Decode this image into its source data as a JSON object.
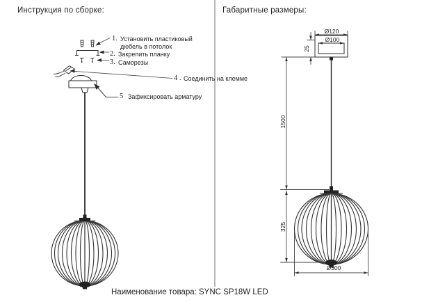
{
  "colors": {
    "ink": "#222222",
    "line": "#2b2b2b",
    "dim_line": "#444444",
    "divider": "#b9b9b9"
  },
  "left_panel": {
    "title": "Инструкция по сборке:",
    "steps": [
      {
        "num": "1.",
        "label": "Установить пластиковый дюбель в потолок"
      },
      {
        "num": "2.",
        "label": "Закрепить планку"
      },
      {
        "num": "3.",
        "label": "Саморезы"
      },
      {
        "num": "4 .",
        "label": "Соединить на клемме"
      },
      {
        "num": "5 ",
        "label": "Зафиксировать арматуру"
      }
    ]
  },
  "right_panel": {
    "title": "Габаритные размеры:",
    "dimensions": {
      "canopy_outer_diameter": "Ø120",
      "canopy_inner_diameter": "Ø100",
      "canopy_height": "25",
      "suspension_length": "1500",
      "shade_height": "325",
      "shade_diameter": "Ø300"
    }
  },
  "footer": {
    "label": "Наименование товара:",
    "product_name": "SYNC SP18W LED"
  }
}
